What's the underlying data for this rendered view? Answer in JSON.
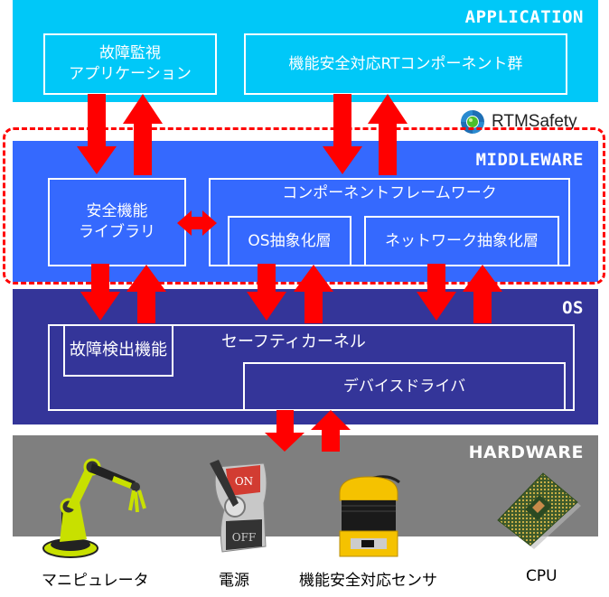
{
  "layers": {
    "application": {
      "label": "APPLICATION",
      "color": "#00c8f8",
      "boxes": [
        {
          "text": "故障監視\nアプリケーション"
        },
        {
          "text": "機能安全対応RTコンポーネント群"
        }
      ]
    },
    "middleware": {
      "label": "MIDDLEWARE",
      "color": "#3569fe",
      "logo_text": "RTMSafety",
      "boxes": {
        "safety_library": "安全機能\nライブラリ",
        "component_framework": "コンポーネントフレームワーク",
        "os_abstraction": "OS抽象化層",
        "network_abstraction": "ネットワーク抽象化層"
      }
    },
    "os": {
      "label": "OS",
      "color": "#343599",
      "boxes": {
        "safety_kernel": "セーフティカーネル",
        "fault_detection": "故障検出機能",
        "device_driver": "デバイスドライバ"
      }
    },
    "hardware": {
      "label": "HARDWARE",
      "color": "#7f7f7f",
      "items": [
        {
          "icon": "robot-arm-icon",
          "caption": "マニピュレータ"
        },
        {
          "icon": "power-switch-icon",
          "caption": "電源",
          "switch_on": "ON",
          "switch_off": "OFF"
        },
        {
          "icon": "safety-sensor-icon",
          "caption": "機能安全対応センサ"
        },
        {
          "icon": "cpu-chip-icon",
          "caption": "CPU"
        }
      ]
    }
  },
  "colors": {
    "arrow": "#ff0000",
    "dashed_border": "#ff0000"
  }
}
